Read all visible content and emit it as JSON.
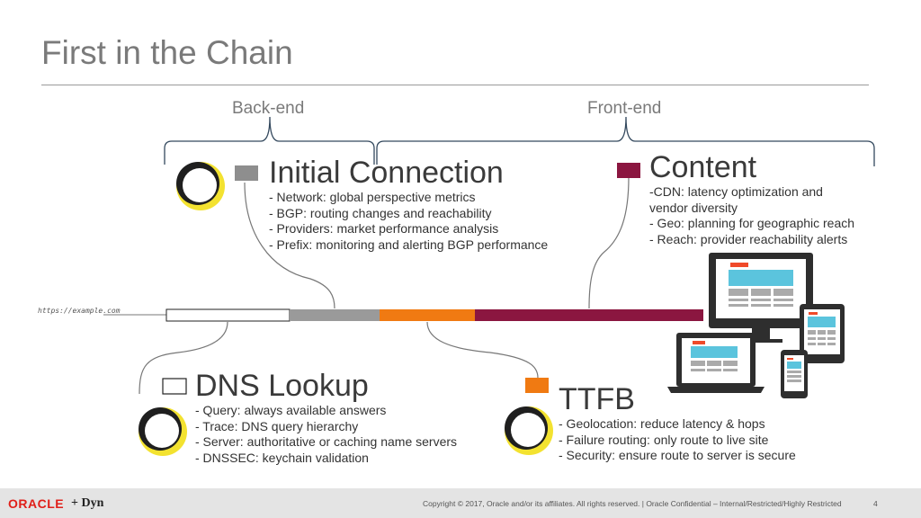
{
  "slide": {
    "title": "First in the Chain",
    "url": "https://example.com",
    "page_number": "4"
  },
  "brackets": {
    "back_end": "Back-end",
    "front_end": "Front-end"
  },
  "timeline": {
    "segments": [
      {
        "name": "DNS Lookup",
        "color": "#ffffff",
        "border": "#222222"
      },
      {
        "name": "Initial Connection",
        "color": "#9a9a9a"
      },
      {
        "name": "TTFB",
        "color": "#f07a12"
      },
      {
        "name": "Content",
        "color": "#8b1640"
      }
    ]
  },
  "sections": {
    "initial_connection": {
      "heading": "Initial Connection",
      "bullets": [
        "- Network: global perspective metrics",
        "- BGP: routing changes and reachability",
        "- Providers: market performance analysis",
        "- Prefix: monitoring and alerting BGP performance"
      ]
    },
    "content": {
      "heading": "Content",
      "bullets": [
        "-CDN: latency optimization and",
        "vendor diversity",
        "- Geo: planning for geographic reach",
        "- Reach: provider reachability alerts"
      ]
    },
    "dns_lookup": {
      "heading": "DNS Lookup",
      "bullets": [
        "- Query: always available answers",
        "- Trace: DNS query hierarchy",
        "- Server: authoritative or caching name servers",
        "- DNSSEC: keychain validation"
      ]
    },
    "ttfb": {
      "heading": "TTFB",
      "bullets": [
        "- Geolocation: reduce latency & hops",
        "- Failure routing: only route to live site",
        "- Security: ensure route to server is secure"
      ]
    }
  },
  "footer": {
    "oracle": "ORACLE",
    "plus_dyn": "+ Dyn",
    "copyright": "Copyright © 2017, Oracle and/or its affiliates. All rights reserved.  |  Oracle Confidential – Internal/Restricted/Highly Restricted"
  },
  "icons": [
    "dyn-logo-icon",
    "devices-illustration-icon"
  ],
  "colors": {
    "gray": "#9a9a9a",
    "orange": "#f07a12",
    "maroon": "#8b1640",
    "logo_yellow": "#f3e230",
    "bracket_blue": "#34495e"
  }
}
